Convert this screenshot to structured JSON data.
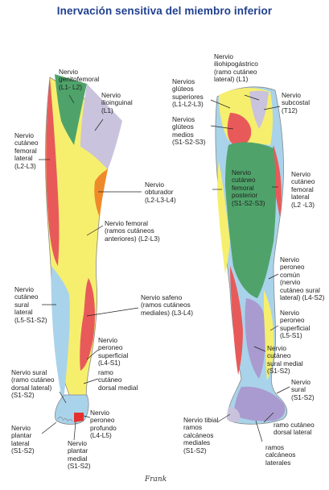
{
  "title": "Inervación sensitiva del miembro inferior",
  "signature": "Frank",
  "labels": {
    "genitofemoral": "Nervio\ngenitofemoral\n(L1- L2)",
    "ilioinguinal": "Nervio\nilioinguinal\n(L1)",
    "cutaneo_femoral_lateral_left": "Nervio\ncutáneo\nfemoral\nlateral\n(L2-L3)",
    "obturador": "Nervio\nobturador\n(L2-L3-L4)",
    "femoral": "Nervio femoral\n(ramos cutáneos\nanteriores) (L2-L3)",
    "cutaneo_sural_lateral_left": "Nervio\ncutáneo\nsural\nlateral\n(L5-S1-S2)",
    "safeno": "Nervio safeno\n(ramos cutáneos\nmediales) (L3-L4)",
    "peroneo_superficial_left": "Nervio\nperoneo\nsuperficial\n(L4-S1)",
    "cutaneo_dorsal_medial_left": "ramo\ncutáneo\ndorsal medial",
    "sural_left": "Nervio sural\n(ramo cutáneo\ndorsal lateral)\n(S1-S2)",
    "peroneo_profundo": "Nervio\nperoneo\nprofundo\n(L4-L5)",
    "plantar_lateral": "Nervio\nplantar\nlateral\n(S1-S2)",
    "plantar_medial": "Nervio\nplantar\nmedial\n(S1-S2)",
    "iliohipogastrico": "Nervio\niliohipogástrico\n(ramo cutáneo\nlateral) (L1)",
    "gluteos_superiores": "Nervios\nglúteos\nsuperiores\n(L1-L2-L3)",
    "gluteos_medios": "Nervios\nglúteos\nmedios\n(S1-S2-S3)",
    "subcostal": "Nervio\nsubcostal\n(T12)",
    "cutaneo_femoral_posterior": "Nervio\ncutáneo\nfemoral\nposterior\n(S1-S2-S3)",
    "cutaneo_femoral_lateral_right": "Nervio\ncutáneo\nfemoral\nlateral\n(L2 -L3)",
    "peroneo_comun": "Nervio\nperoneo\ncomún\n(nervio\ncutáneo sural\nlateral) (L4-S2)",
    "peroneo_superficial_right": "Nervio\nperoneo\nsuperficial\n(L5-S1)",
    "cutaneo_sural_medial": "Nervio\ncutáneo\nsural medial\n(S1-S2)",
    "sural_right": "Nervio\nsural\n(S1-S2)",
    "cutaneo_dorsal_lateral_right": "ramo cutáneo\ndorsal lateral",
    "tibial": "Nervio tibial\nramos\ncalcáneos\nmediales\n(S1-S2)",
    "calcaneos_laterales": "ramos\ncalcáneos\nlaterales"
  },
  "colors": {
    "green": "#4fa36a",
    "lilac": "#c9c3dd",
    "red": "#e85a5a",
    "yellow": "#f6ef6e",
    "orange": "#ef8a2a",
    "lightblue": "#a9d3ea",
    "purple": "#a99bcf",
    "title": "#1f3f8f"
  }
}
